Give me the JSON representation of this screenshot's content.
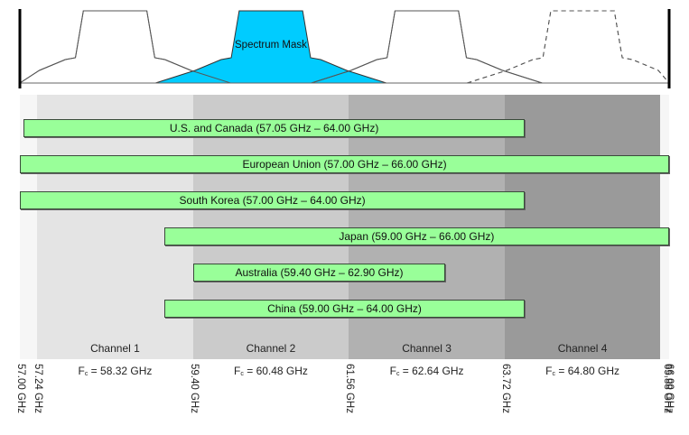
{
  "diagram": {
    "title": "Spectrum Mask",
    "unit": "GHz",
    "axis": {
      "min_ghz": 57.0,
      "max_ghz": 66.0
    },
    "channels": [
      {
        "name": "Channel 1",
        "low_ghz": 57.24,
        "high_ghz": 59.4,
        "fc_ghz": 58.32,
        "fc_label": "= 58.32 GHz",
        "shade": "#e4e4e4"
      },
      {
        "name": "Channel 2",
        "low_ghz": 59.4,
        "high_ghz": 61.56,
        "fc_ghz": 60.48,
        "fc_label": "= 60.48 GHz",
        "shade": "#cbcbcb"
      },
      {
        "name": "Channel 3",
        "low_ghz": 61.56,
        "high_ghz": 63.72,
        "fc_ghz": 62.64,
        "fc_label": "= 62.64 GHz",
        "shade": "#b1b1b1"
      },
      {
        "name": "Channel 4",
        "low_ghz": 63.72,
        "high_ghz": 65.88,
        "fc_ghz": 64.8,
        "fc_label": "= 64.80 GHz",
        "shade": "#9a9a9a"
      }
    ],
    "fc_symbol": "F",
    "fc_subscript": "c",
    "guard_shade": "#f6f6f6",
    "tick_labels": [
      {
        "ghz": 57.0,
        "label": "57.00 GHz"
      },
      {
        "ghz": 57.24,
        "label": "57.24 GHz"
      },
      {
        "ghz": 59.4,
        "label": "59.40 GHz"
      },
      {
        "ghz": 61.56,
        "label": "61.56 GHz"
      },
      {
        "ghz": 63.72,
        "label": "63.72 GHz"
      },
      {
        "ghz": 65.88,
        "label": "65.88 GHz"
      },
      {
        "ghz": 66.0,
        "label": "66.00 GHz"
      }
    ],
    "regions": [
      {
        "name": "U.S. and Canada",
        "low_ghz": 57.05,
        "high_ghz": 64.0,
        "label": "U.S. and Canada (57.05 GHz – 64.00 GHz)",
        "align": "center"
      },
      {
        "name": "European Union",
        "low_ghz": 57.0,
        "high_ghz": 66.0,
        "label": "European Union (57.00 GHz – 66.00 GHz)",
        "align": "center"
      },
      {
        "name": "South Korea",
        "low_ghz": 57.0,
        "high_ghz": 64.0,
        "label": "South Korea (57.00 GHz – 64.00 GHz)",
        "align": "center"
      },
      {
        "name": "Japan",
        "low_ghz": 59.0,
        "high_ghz": 66.0,
        "label": "Japan (59.00 GHz – 66.00 GHz)",
        "align": "center"
      },
      {
        "name": "Australia",
        "low_ghz": 59.4,
        "high_ghz": 62.9,
        "label": "Australia (59.40 GHz – 62.90 GHz)",
        "align": "center"
      },
      {
        "name": "China",
        "low_ghz": 59.0,
        "high_ghz": 64.0,
        "label": "China (59.00 GHz – 64.00 GHz)",
        "align": "center"
      }
    ],
    "colors": {
      "region_fill": "#99ff99",
      "mask_fill": "#00ccff",
      "mask_outline": "#555555",
      "axis_bar": "#000000"
    },
    "spectrum_masks": [
      {
        "channel": "Channel 1",
        "style": "solid",
        "filled": false
      },
      {
        "channel": "Channel 2",
        "style": "solid",
        "filled": true
      },
      {
        "channel": "Channel 3",
        "style": "solid",
        "filled": false
      },
      {
        "channel": "Channel 4",
        "style": "dashed",
        "filled": false
      }
    ]
  }
}
